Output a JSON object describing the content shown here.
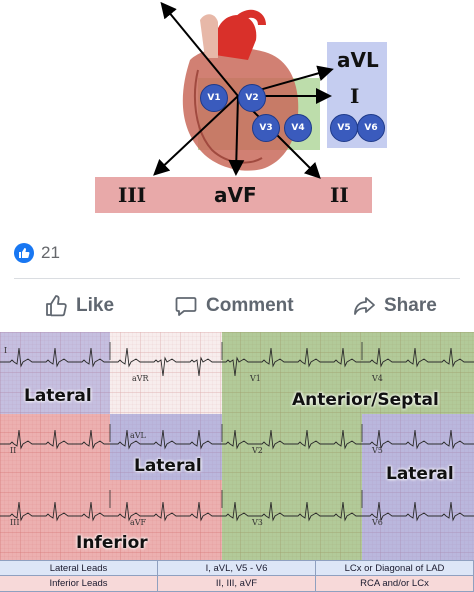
{
  "diagram": {
    "labels_right": [
      "aVL",
      "I"
    ],
    "labels_bottom": [
      "III",
      "aVF",
      "II"
    ],
    "chest_leads": [
      "V1",
      "V2",
      "V3",
      "V4",
      "V5",
      "V6"
    ],
    "colors": {
      "bottom_box": "#e8a9a9",
      "right_box": "#c5cdf0",
      "green_box": "#b6d9a2",
      "lead_blue": "#3a5bbd"
    }
  },
  "social": {
    "like_count": "21",
    "like_icon": "thumbs-up-icon",
    "actions": [
      {
        "label": "Like",
        "icon": "thumbs-up-outline-icon"
      },
      {
        "label": "Comment",
        "icon": "speech-bubble-icon"
      },
      {
        "label": "Share",
        "icon": "share-arrow-icon"
      }
    ]
  },
  "ecg": {
    "zones": {
      "lateral_1": "Lateral",
      "anterior_septal": "Anterior/Septal",
      "lateral_2": "Lateral",
      "lateral_3": "Lateral",
      "inferior": "Inferior"
    },
    "lead_tags": [
      "I",
      "aVR",
      "V1",
      "V4",
      "II",
      "aVL",
      "V2",
      "V5",
      "III",
      "aVF",
      "V3",
      "V6"
    ]
  },
  "table": {
    "rows": [
      [
        "Lateral Leads",
        "I, aVL, V5 - V6",
        "LCx or Diagonal of LAD"
      ],
      [
        "Inferior Leads",
        "II, III, aVF",
        "RCA and/or LCx"
      ]
    ],
    "colors": {
      "row1": "#dde6f7",
      "row2": "#f7d9d9"
    }
  }
}
